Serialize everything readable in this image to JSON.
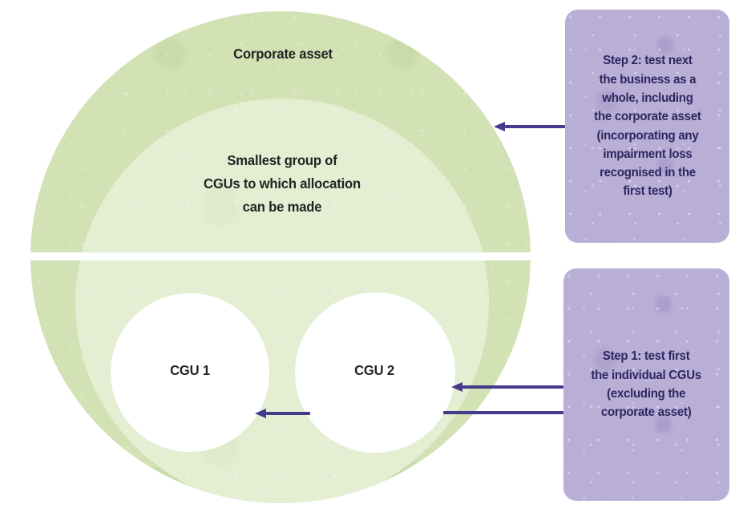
{
  "labels": {
    "corporate_asset": "Corporate asset",
    "smallest_group": [
      "Smallest group of",
      "CGUs to which allocation",
      "can be made"
    ],
    "cgu1": "CGU 1",
    "cgu2": "CGU 2"
  },
  "callouts": {
    "step2": {
      "lines": [
        "Step 2: test next",
        "the business as a",
        "whole, including",
        "the corporate asset",
        "(incorporating any",
        "impairment loss",
        "recognised in the",
        "first test)"
      ]
    },
    "step1": {
      "lines": [
        "Step 1: test first",
        "the individual CGUs",
        "(excluding the",
        "corporate asset)"
      ]
    }
  },
  "colors": {
    "outer_green": "#d2e2b5",
    "inner_green": "#e4eed3",
    "circle_white": "#ffffff",
    "callout_bg": "#b8aed6",
    "callout_text": "#2d2760",
    "arrow": "#463a8c",
    "label_text": "#232323"
  }
}
